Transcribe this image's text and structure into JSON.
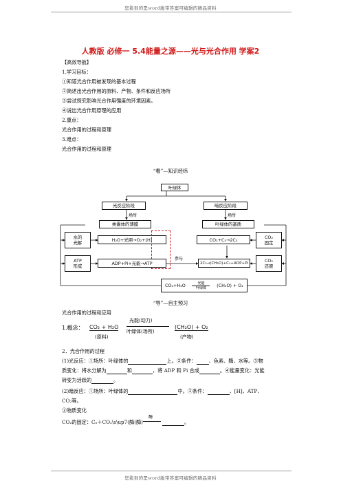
{
  "page": {
    "header": "您看到的是word版带答案可编辑的精品资料",
    "footer": "您看到的是word版带答案可编辑的精品资料"
  },
  "doc": {
    "title": "人教版 必修一 5.4能量之源——光与光合作用 学案2",
    "nav_heading": "【高效导航】",
    "goal_heading": "1.学习目标：",
    "goals": [
      "①知道光合作用被发现的基本过程",
      "②简述出光合作用的原料、产物、条件和反应场所",
      "③尝试探究影响光合作用强度的环境因素。",
      "④说出光合作用原理的应用"
    ],
    "key_heading": "2.重点：",
    "key_text": "光合作用的过程和原理",
    "diff_heading": "3.难点：",
    "diff_text": "光合作用的过程和原理",
    "section_look": "“看”—知识经纬",
    "section_guide": "“导”—自主预习",
    "guide_intro": "光合作用的过程和应用",
    "concept": {
      "label": "1.概念：",
      "reactants": "CO₂ + H₂O",
      "cond_top": "光能(动力)",
      "cond_bottom": "叶绿体(场所)",
      "products": "(CH₂O) + O₂",
      "raw": "(原料)",
      "prod_label": "(产物)"
    },
    "process_heading": "2．光合作用的过程",
    "light_line1_a": "(1)光反应：①场所：叶绿体的",
    "light_line1_b": "上。②条件：",
    "light_line1_c": "、色素、酶、水等。③物",
    "light_line2_a": "质变化：将水分解为",
    "light_line2_b": "和",
    "light_line2_c": "，将 ADP 和 Pi 合成",
    "light_line2_d": "。④能量变化：光能",
    "light_line3_a": "转变为活跃的",
    "light_line3_b": "。",
    "dark_line1_a": "(2)暗反应：①场所：叶绿体的",
    "dark_line1_b": "中。②条件：",
    "dark_line1_c": "、[H]、ATP、",
    "dark_line2": "CO₂等。",
    "dark_line3": "③物质变化",
    "fix_line_a": "CO₂的固定：C₅＋CO₂\\s\\up7(酶(酶)",
    "fix_arrow": "酶",
    "fix_line_b": "。"
  },
  "diagram": {
    "top": "叶绿体",
    "light_stage": "光反应阶段",
    "dark_stage": "暗反应阶段",
    "place": "场所",
    "thylakoid": "类囊体的薄膜",
    "stroma": "叶绿体的基质",
    "water_split": "水的\n光解",
    "water_eq": "H₂O+光照→O₂+[H]",
    "fix_eq": "CO₂+C₅→2C₃",
    "co2_fix": "CO₂\n固定",
    "atp_form": "ATP\n形成",
    "atp_eq": "ADP+Pi+光能→ATP",
    "join": "参与",
    "reduce_eq": "2C₃→(CH₂O)+C₅+ADP+Pi",
    "co2_reduce": "CO₂\n还原",
    "overall_left": "CO₂+H₂O",
    "overall_top": "光能",
    "overall_bottom": "叶绿体",
    "overall_right": "(CH₂O) + O₂"
  }
}
